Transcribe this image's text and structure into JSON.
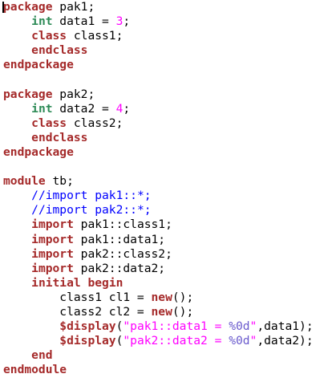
{
  "editor": {
    "language": "SystemVerilog",
    "colors": {
      "keyword": "#a52a2a",
      "type": "#2e8b57",
      "number": "#ff00ff",
      "string": "#ff00ff",
      "format": "#6a5acd",
      "comment": "#0000ff",
      "text": "#000000"
    },
    "lines": [
      [
        {
          "t": "kw-red",
          "v": "package"
        },
        {
          "t": "plain",
          "v": " pak1;"
        }
      ],
      [
        {
          "t": "plain",
          "v": "    "
        },
        {
          "t": "kw-green",
          "v": "int"
        },
        {
          "t": "plain",
          "v": " data1 = "
        },
        {
          "t": "num",
          "v": "3"
        },
        {
          "t": "plain",
          "v": ";"
        }
      ],
      [
        {
          "t": "plain",
          "v": "    "
        },
        {
          "t": "kw-red",
          "v": "class"
        },
        {
          "t": "plain",
          "v": " class1;"
        }
      ],
      [
        {
          "t": "plain",
          "v": "    "
        },
        {
          "t": "kw-red",
          "v": "endclass"
        }
      ],
      [
        {
          "t": "kw-red",
          "v": "endpackage"
        }
      ],
      [],
      [
        {
          "t": "kw-red",
          "v": "package"
        },
        {
          "t": "plain",
          "v": " pak2;"
        }
      ],
      [
        {
          "t": "plain",
          "v": "    "
        },
        {
          "t": "kw-green",
          "v": "int"
        },
        {
          "t": "plain",
          "v": " data2 = "
        },
        {
          "t": "num",
          "v": "4"
        },
        {
          "t": "plain",
          "v": ";"
        }
      ],
      [
        {
          "t": "plain",
          "v": "    "
        },
        {
          "t": "kw-red",
          "v": "class"
        },
        {
          "t": "plain",
          "v": " class2;"
        }
      ],
      [
        {
          "t": "plain",
          "v": "    "
        },
        {
          "t": "kw-red",
          "v": "endclass"
        }
      ],
      [
        {
          "t": "kw-red",
          "v": "endpackage"
        }
      ],
      [],
      [
        {
          "t": "kw-red",
          "v": "module"
        },
        {
          "t": "plain",
          "v": " tb;"
        }
      ],
      [
        {
          "t": "plain",
          "v": "    "
        },
        {
          "t": "comment",
          "v": "//import pak1::*;"
        }
      ],
      [
        {
          "t": "plain",
          "v": "    "
        },
        {
          "t": "comment",
          "v": "//import pak2::*;"
        }
      ],
      [
        {
          "t": "plain",
          "v": "    "
        },
        {
          "t": "kw-red",
          "v": "import"
        },
        {
          "t": "plain",
          "v": " pak1::class1;"
        }
      ],
      [
        {
          "t": "plain",
          "v": "    "
        },
        {
          "t": "kw-red",
          "v": "import"
        },
        {
          "t": "plain",
          "v": " pak1::data1;"
        }
      ],
      [
        {
          "t": "plain",
          "v": "    "
        },
        {
          "t": "kw-red",
          "v": "import"
        },
        {
          "t": "plain",
          "v": " pak2::class2;"
        }
      ],
      [
        {
          "t": "plain",
          "v": "    "
        },
        {
          "t": "kw-red",
          "v": "import"
        },
        {
          "t": "plain",
          "v": " pak2::data2;"
        }
      ],
      [
        {
          "t": "plain",
          "v": "    "
        },
        {
          "t": "kw-red",
          "v": "initial"
        },
        {
          "t": "plain",
          "v": " "
        },
        {
          "t": "kw-red",
          "v": "begin"
        }
      ],
      [
        {
          "t": "plain",
          "v": "        class1 cl1 = "
        },
        {
          "t": "kw-red",
          "v": "new"
        },
        {
          "t": "plain",
          "v": "();"
        }
      ],
      [
        {
          "t": "plain",
          "v": "        class2 cl2 = "
        },
        {
          "t": "kw-red",
          "v": "new"
        },
        {
          "t": "plain",
          "v": "();"
        }
      ],
      [
        {
          "t": "plain",
          "v": "        "
        },
        {
          "t": "kw-red",
          "v": "$display"
        },
        {
          "t": "plain",
          "v": "("
        },
        {
          "t": "str",
          "v": "\"pak1::data1 = "
        },
        {
          "t": "fmt",
          "v": "%0d"
        },
        {
          "t": "str",
          "v": "\""
        },
        {
          "t": "plain",
          "v": ",data1);"
        }
      ],
      [
        {
          "t": "plain",
          "v": "        "
        },
        {
          "t": "kw-red",
          "v": "$display"
        },
        {
          "t": "plain",
          "v": "("
        },
        {
          "t": "str",
          "v": "\"pak2::data2 = "
        },
        {
          "t": "fmt",
          "v": "%0d"
        },
        {
          "t": "str",
          "v": "\""
        },
        {
          "t": "plain",
          "v": ",data2);"
        }
      ],
      [
        {
          "t": "plain",
          "v": "    "
        },
        {
          "t": "kw-red",
          "v": "end"
        }
      ],
      [
        {
          "t": "kw-red",
          "v": "endmodule"
        }
      ]
    ]
  }
}
